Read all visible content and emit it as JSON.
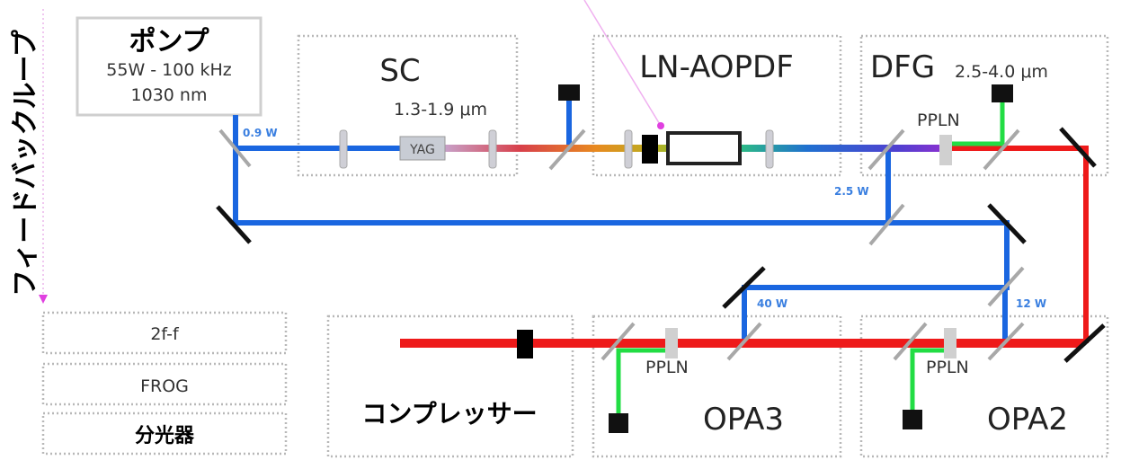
{
  "feedback_loop": "フィードバックループ",
  "pump": {
    "title": "ポンプ",
    "spec1": "55W - 100 kHz",
    "spec2": "1030 nm"
  },
  "sc": {
    "title": "SC",
    "range": "1.3-1.9 μm",
    "crystal": "YAG"
  },
  "aopdf": {
    "title": "LN-AOPDF"
  },
  "dfg": {
    "title": "DFG",
    "range": "2.5-4.0 μm",
    "crystal": "PPLN"
  },
  "powers": {
    "p1": "0.9 W",
    "p2": "2.5 W",
    "p3": "40 W",
    "p4": "12 W"
  },
  "diagnostics": [
    "2f-f",
    "FROG",
    "分光器"
  ],
  "compressor": {
    "title": "コンプレッサー"
  },
  "opa3": {
    "title": "OPA3",
    "crystal": "PPLN"
  },
  "opa2": {
    "title": "OPA2",
    "crystal": "PPLN"
  },
  "colors": {
    "pump_beam": "#1a66e0",
    "idler_beam": "#ee1a1a",
    "signal_beam": "#22dd44",
    "feedback": "#e040e0"
  }
}
